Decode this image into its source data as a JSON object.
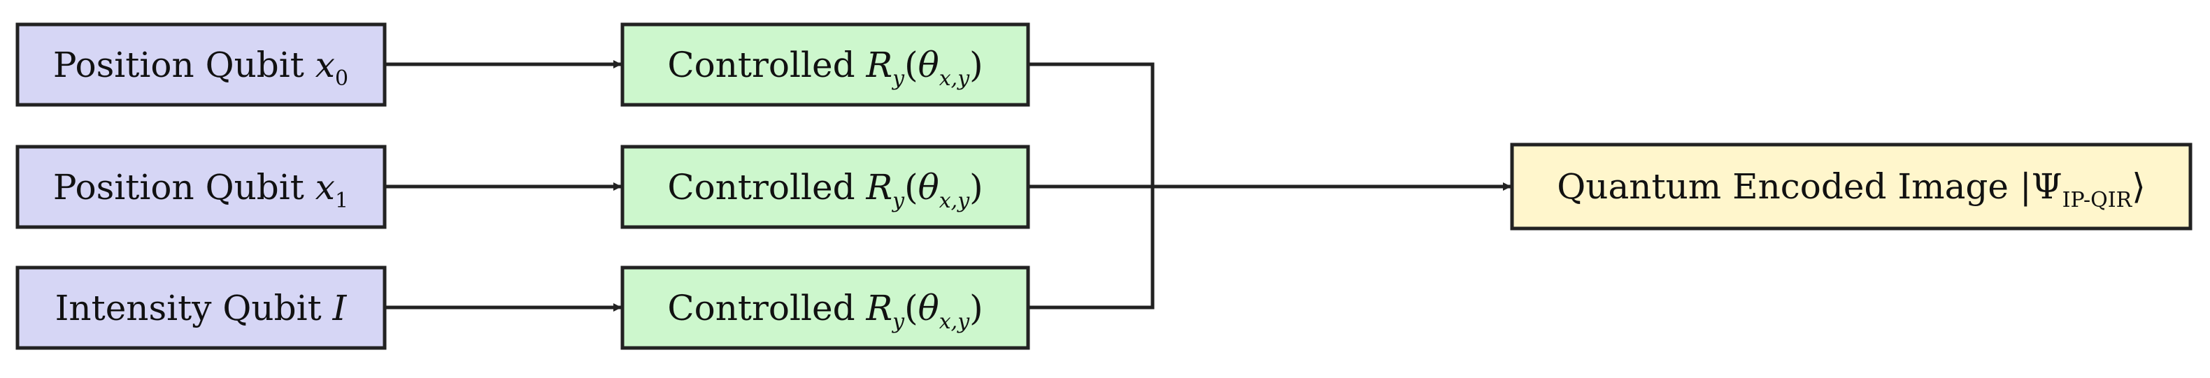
{
  "colors": {
    "qubit_fill": "#d6d6f5",
    "gate_fill": "#cdf7cd",
    "output_fill": "#fff6cc",
    "stroke": "#222222"
  },
  "inputs": [
    {
      "label": "Position Qubit",
      "symbol": "x",
      "subscript": "0"
    },
    {
      "label": "Position Qubit",
      "symbol": "x",
      "subscript": "1"
    },
    {
      "label": "Intensity Qubit",
      "symbol": "I",
      "subscript": ""
    }
  ],
  "gates": [
    {
      "label": "Controlled",
      "op": "R",
      "op_sub": "y",
      "arg_open": "(",
      "theta": "θ",
      "theta_sub": "x,y",
      "arg_close": ")"
    },
    {
      "label": "Controlled",
      "op": "R",
      "op_sub": "y",
      "arg_open": "(",
      "theta": "θ",
      "theta_sub": "x,y",
      "arg_close": ")"
    },
    {
      "label": "Controlled",
      "op": "R",
      "op_sub": "y",
      "arg_open": "(",
      "theta": "θ",
      "theta_sub": "x,y",
      "arg_close": ")"
    }
  ],
  "output": {
    "label": "Quantum Encoded Image",
    "ket_open": "|",
    "psi": "Ψ",
    "psi_sub": "IP-QIR",
    "ket_close": "⟩"
  }
}
